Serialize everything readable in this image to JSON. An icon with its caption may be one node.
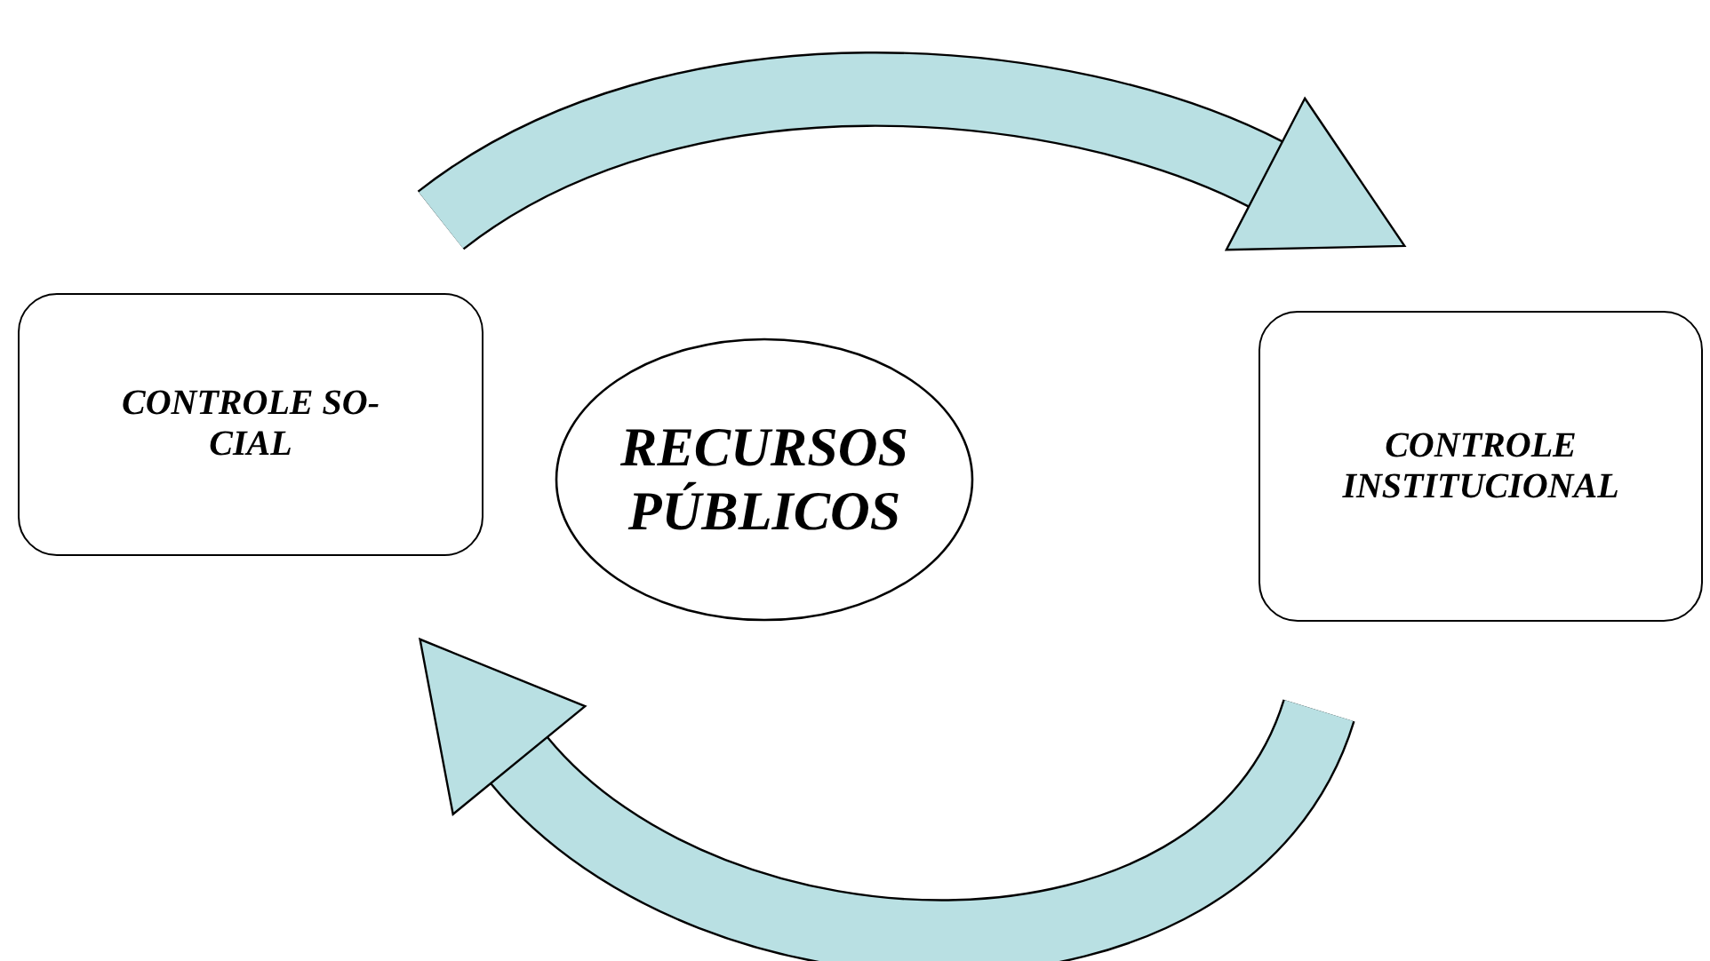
{
  "diagram": {
    "nodes": [
      {
        "text": [
          "CONTROLE SO- CIAL"
        ]
      },
      {
        "text": [
          "RECURSOS PÚBLICOS"
        ]
      },
      {
        "text": [
          "CONTROLE INSTITUCIONAL"
        ]
      }
    ],
    "edges": [
      {
        "from": 0,
        "to": 2,
        "arrow": "to"
      },
      {
        "from": 2,
        "to": 0,
        "arrow": "to"
      }
    ]
  }
}
